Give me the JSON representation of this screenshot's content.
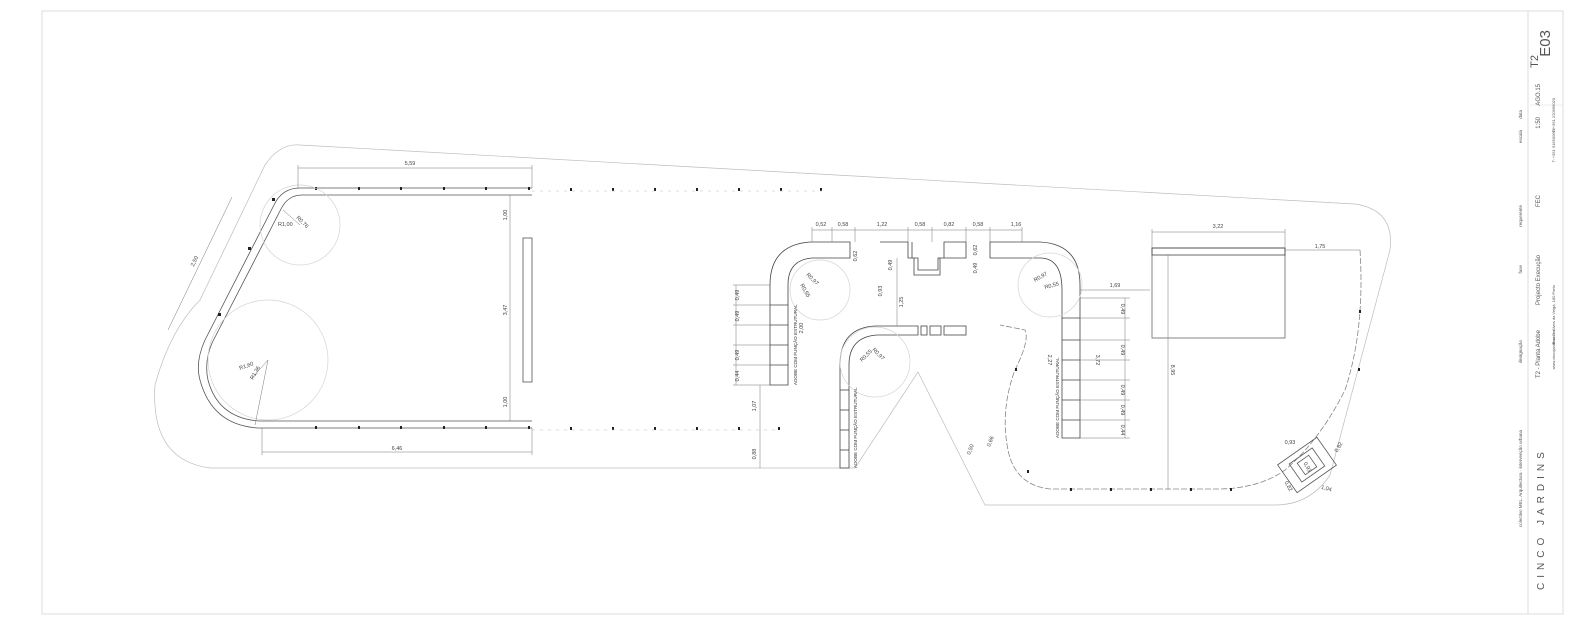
{
  "title_block": {
    "sheet_code": "E03",
    "sheet_prefix": "T2",
    "labels": {
      "designation": "designação",
      "phase": "fase",
      "requester": "requerente",
      "scale": "escala",
      "date": "data"
    },
    "values": {
      "designation": "T2 - Planta Adobe",
      "phase": "Projecto Execução",
      "requester": "FEC",
      "scale": "1:50",
      "date": "AGO.15"
    },
    "address": "Rua D. Alves da Veiga, 180 Porto",
    "website": "www.cincojardins.com",
    "phone": "T: +351 916500666",
    "fax": "T: +351 220996020",
    "credits": "colectivo MEL. Arquitectura · intervenção urbana",
    "brand": "CINCO JARDINS"
  },
  "dimensions": {
    "d559": "5,59",
    "d250": "2,50",
    "d100a": "1,00",
    "d347": "3,47",
    "d100b": "1,00",
    "d646": "6,46",
    "r100": "R1,00",
    "r076": "R0,76",
    "r160": "R1,60",
    "r136": "R1,36",
    "d052": "0,52",
    "d058a": "0,58",
    "d122": "1,22",
    "d058b": "0,58",
    "d082a": "0,82",
    "d058c": "0,58",
    "d116": "1,16",
    "d322": "3,22",
    "d175": "1,75",
    "d169": "1,69",
    "d062": "0,62",
    "d049a": "0,49",
    "d062b": "0,62",
    "d049b": "0,49",
    "d093": "0,93",
    "d125": "1,25",
    "d200": "2,00",
    "r097a": "R0,97",
    "r055a": "R0,55",
    "r097b": "R0,97",
    "r055b": "R0,55",
    "r097c": "R0,97",
    "r055c": "R0,55",
    "l049a": "0,49",
    "l049b": "0,49",
    "l049c": "0,49",
    "l044": "0,44",
    "d107": "1,07",
    "d088": "0,88",
    "r049a": "0,49",
    "r049b": "0,49",
    "r049c": "0,49",
    "r049d": "0,49",
    "r044": "0,44",
    "d372": "3,72",
    "d227": "2,27",
    "d895": "8,95",
    "d050": "0,50",
    "d066": "0,66",
    "d093b": "0,93",
    "d093c": "0,93",
    "d082b": "0,82",
    "d082c": "0,82",
    "d104": "1,04"
  },
  "notes": {
    "adobe1": "ADOBE COM FUNÇÃO ESTRUTURAL",
    "adobe2": "ADOBE COM FUNÇÃO ESTRUTURAL",
    "adobe3": "ADOBE COM FUNÇÃO ESTRUTURAL"
  }
}
